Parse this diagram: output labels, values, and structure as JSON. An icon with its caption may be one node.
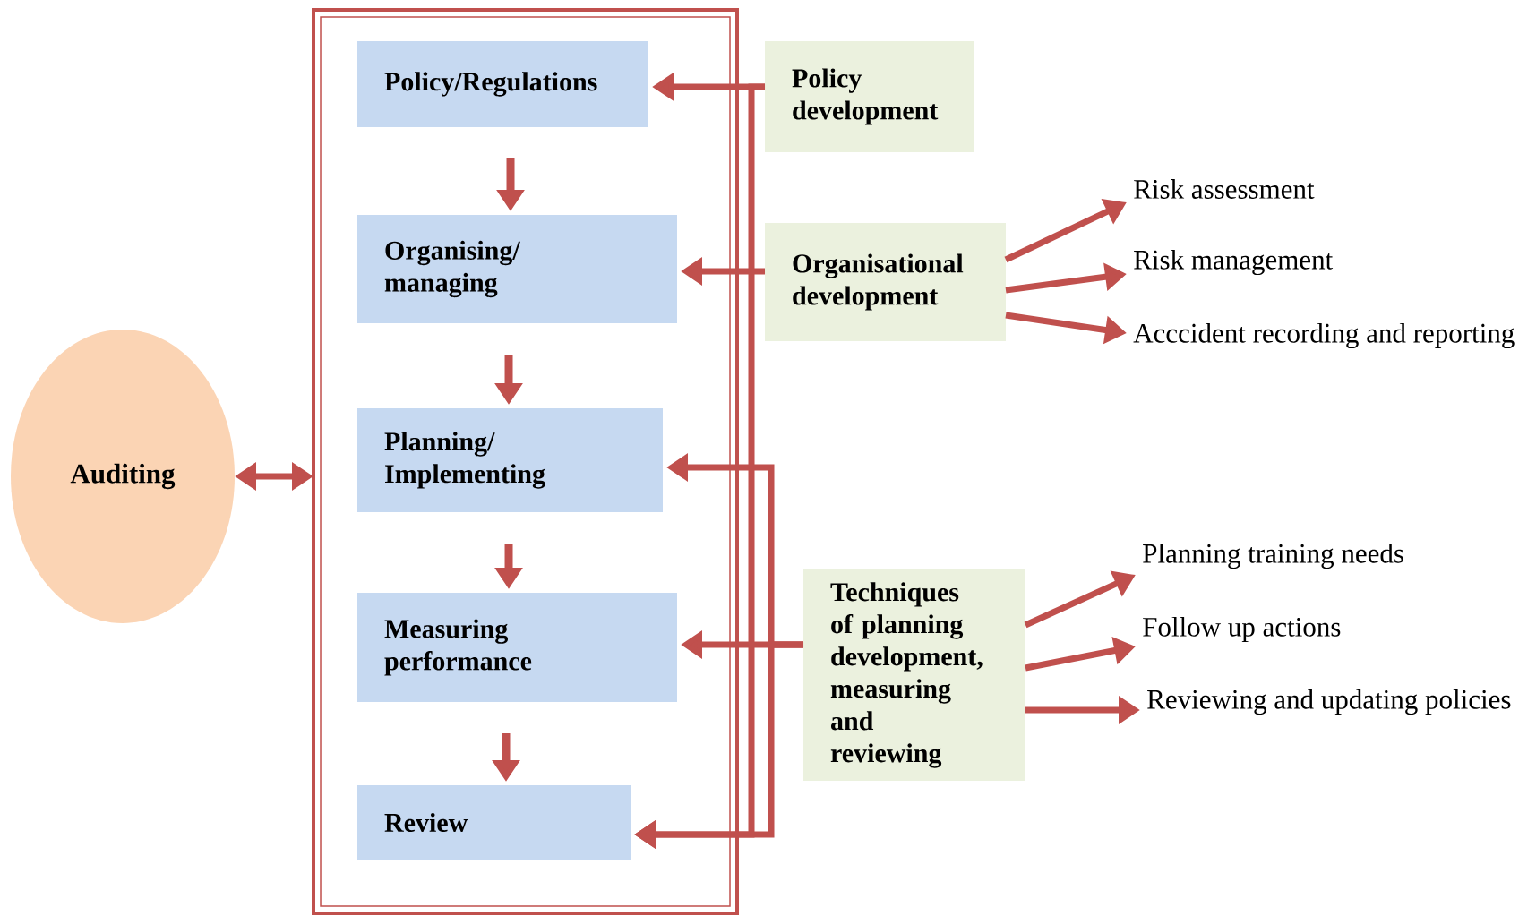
{
  "diagram": {
    "nodes": [
      {
        "text": [
          "Auditing"
        ]
      },
      {
        "text": [],
        "shape": "box"
      },
      {
        "text": [
          "Policy/Regulations"
        ],
        "in": 1
      },
      {
        "text": [
          "Organising/ managing"
        ],
        "in": 1
      },
      {
        "text": [
          "Planning/ Implementing"
        ],
        "in": 1
      },
      {
        "text": [
          "Measuring performance"
        ],
        "in": 1
      },
      {
        "text": [
          "Review"
        ],
        "in": 1
      },
      {
        "text": [
          "Policy development"
        ]
      },
      {
        "text": [
          "Organisational development"
        ]
      },
      {
        "text": [
          "Risk assessment"
        ]
      },
      {
        "text": [
          "Risk management"
        ]
      },
      {
        "text": [
          "Acccident recording and reporting"
        ]
      },
      {
        "text": [
          "Techniques of planning development, measuring and reviewing"
        ]
      },
      {
        "text": [
          "Planning training needs"
        ]
      },
      {
        "text": [
          "Follow up actions"
        ]
      },
      {
        "text": [
          "Reviewing and updating policies"
        ]
      }
    ],
    "edges": [
      {
        "from": 0,
        "to": 1,
        "arrow": "both"
      },
      {
        "from": 2,
        "to": 3,
        "arrow": "to"
      },
      {
        "from": 3,
        "to": 4,
        "arrow": "to"
      },
      {
        "from": 4,
        "to": 5,
        "arrow": "to"
      },
      {
        "from": 5,
        "to": 6,
        "arrow": "to"
      },
      {
        "from": 7,
        "to": 2,
        "arrow": "to"
      },
      {
        "from": 7,
        "to": 6,
        "arrow": "to"
      },
      {
        "from": 8,
        "to": 3,
        "arrow": "to"
      },
      {
        "from": 8,
        "to": 9,
        "arrow": "to"
      },
      {
        "from": 8,
        "to": 10,
        "arrow": "to"
      },
      {
        "from": 8,
        "to": 11,
        "arrow": "to"
      },
      {
        "from": 12,
        "to": 4,
        "arrow": "to"
      },
      {
        "from": 12,
        "to": 5,
        "arrow": "to"
      },
      {
        "from": 12,
        "to": 6,
        "arrow": "to"
      },
      {
        "from": 12,
        "to": 13,
        "arrow": "to"
      },
      {
        "from": 12,
        "to": 14,
        "arrow": "to"
      },
      {
        "from": 12,
        "to": 15,
        "arrow": "to"
      }
    ]
  }
}
